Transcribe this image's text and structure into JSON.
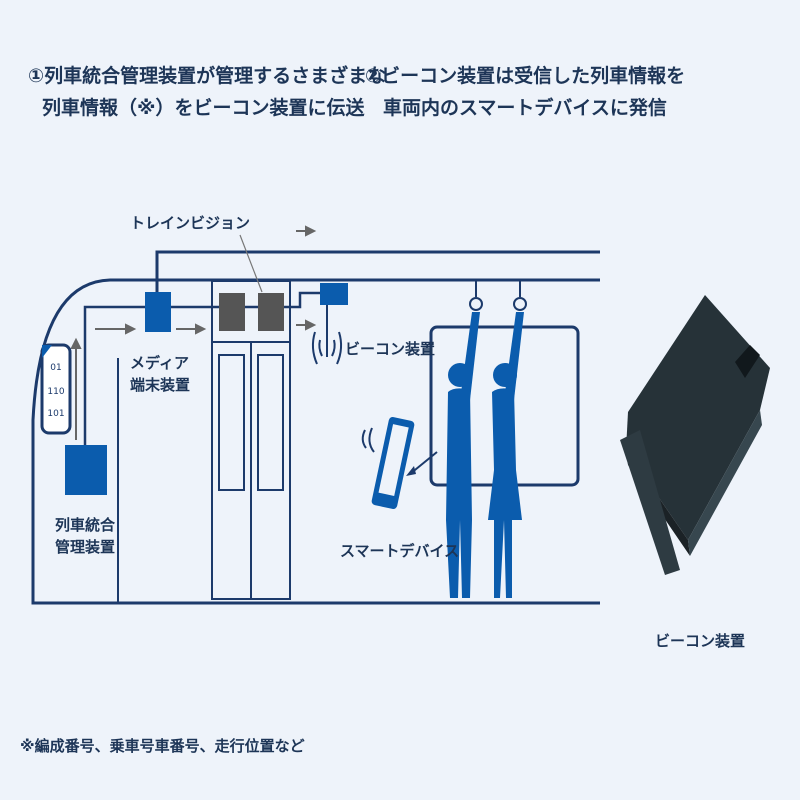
{
  "step1": {
    "line1": "①列車統合管理装置が管理するさまざまな",
    "line2": "列車情報（※）をビーコン装置に伝送"
  },
  "step2": {
    "line1": "②ビーコン装置は受信した列車情報を",
    "line2": "車両内のスマートデバイスに発信"
  },
  "labels": {
    "train_vision": "トレインビジョン",
    "media_terminal_1": "メディア",
    "media_terminal_2": "端末装置",
    "train_management_1": "列車統合",
    "train_management_2": "管理装置",
    "beacon": "ビーコン装置",
    "smart_device": "スマートデバイス",
    "beacon_device_photo": "ビーコン装置",
    "data_bits": [
      "01",
      "110",
      "101"
    ]
  },
  "footnote": "※編成番号、乗車号車番号、走行位置など",
  "colors": {
    "background": "#eef3fa",
    "accent_blue": "#0b5cad",
    "line_navy": "#1c3a6b",
    "display_gray": "#555555",
    "device_dark": "#263238"
  }
}
